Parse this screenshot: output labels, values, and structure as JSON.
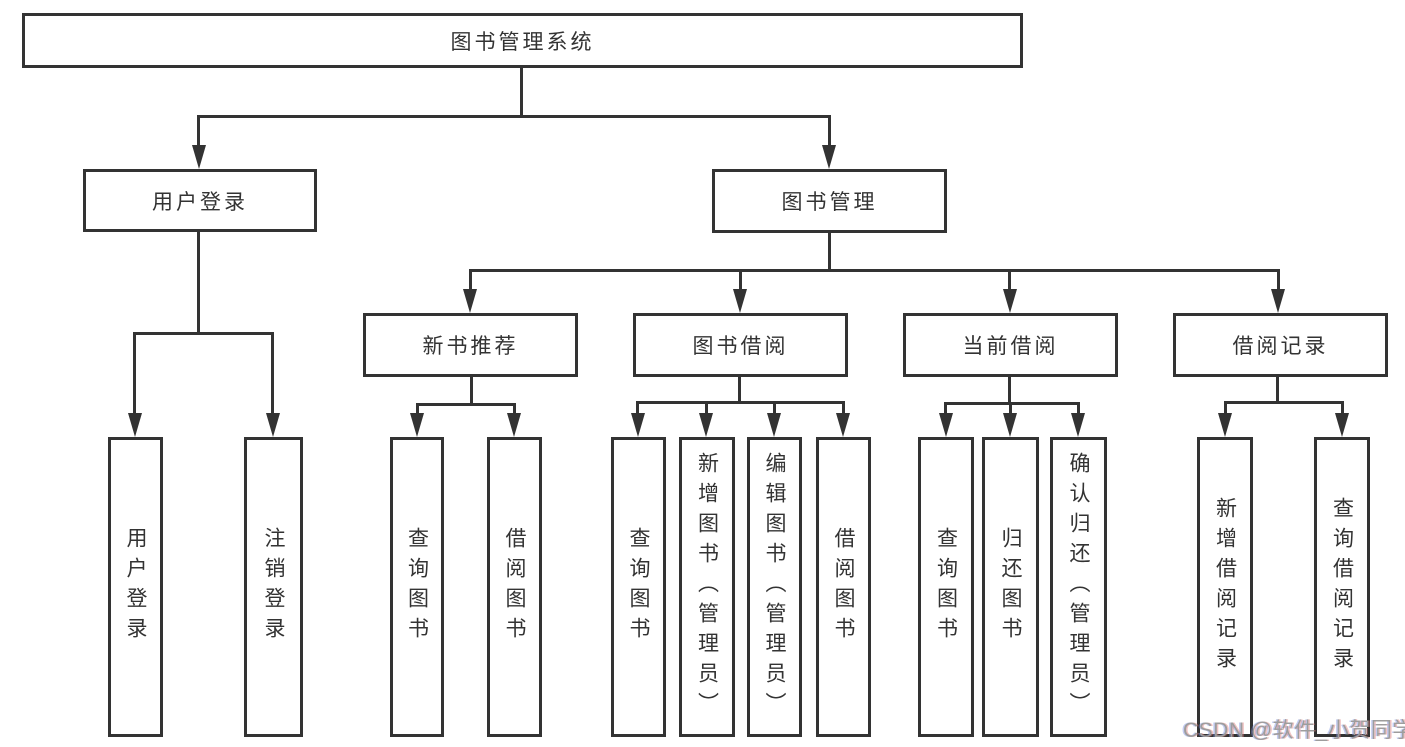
{
  "tree": {
    "root": {
      "label": "图书管理系统"
    },
    "branches": [
      {
        "label": "用户登录",
        "children": [
          {
            "label": "用户登录"
          },
          {
            "label": "注销登录"
          }
        ]
      },
      {
        "label": "图书管理",
        "children": [
          {
            "label": "新书推荐",
            "children": [
              {
                "label": "查询图书"
              },
              {
                "label": "借阅图书"
              }
            ]
          },
          {
            "label": "图书借阅",
            "children": [
              {
                "label": "查询图书"
              },
              {
                "label": "新增图书（管理员）"
              },
              {
                "label": "编辑图书（管理员）"
              },
              {
                "label": "借阅图书"
              }
            ]
          },
          {
            "label": "当前借阅",
            "children": [
              {
                "label": "查询图书"
              },
              {
                "label": "归还图书"
              },
              {
                "label": "确认归还（管理员）"
              }
            ]
          },
          {
            "label": "借阅记录",
            "children": [
              {
                "label": "新增借阅记录"
              },
              {
                "label": "查询借阅记录"
              }
            ]
          }
        ]
      }
    ]
  },
  "watermark": {
    "text": "CSDN @软件_小贺同学"
  },
  "colors": {
    "line": "#333333",
    "text": "#333333",
    "watermark": "#9d9d9d",
    "background": "#ffffff"
  }
}
